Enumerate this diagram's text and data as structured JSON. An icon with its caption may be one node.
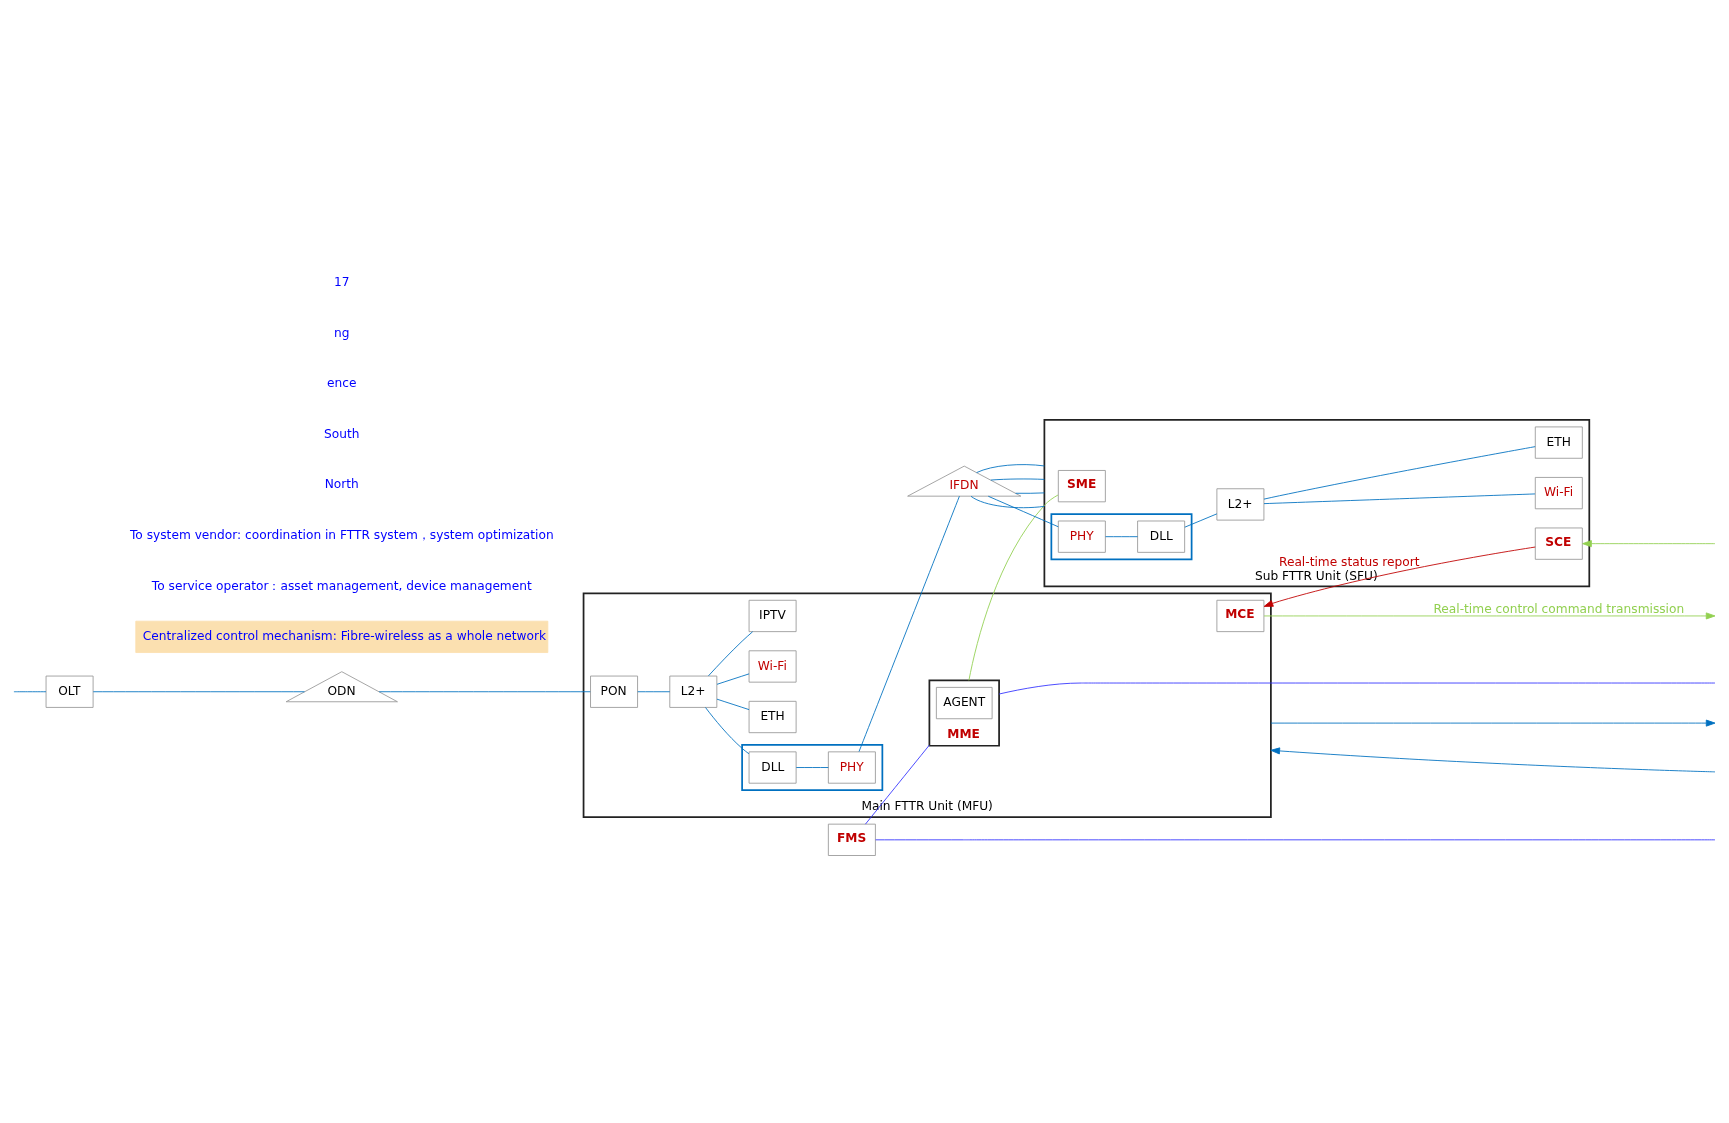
{
  "diagram": {
    "nodes": [
      {
        "text": [
          "FMS"
        ]
      },
      {
        "text": [
          "Main FTTR Unit (MFU)"
        ]
      },
      {
        "text": [
          "MME"
        ],
        "in": 1
      },
      {
        "text": [
          "AGENT"
        ],
        "in": 2
      },
      {
        "text": [
          "MCE"
        ],
        "in": 1
      },
      {
        "text": [
          "PON"
        ],
        "in": 1
      },
      {
        "text": [
          "L2+"
        ],
        "in": 1
      },
      {
        "text": [],
        "shape": "box",
        "in": 1
      },
      {
        "text": [
          "DLL"
        ],
        "in": 7
      },
      {
        "text": [
          "PHY"
        ],
        "in": 7
      },
      {
        "text": [
          "ETH"
        ],
        "in": 1
      },
      {
        "text": [
          "Wi-Fi"
        ],
        "in": 1
      },
      {
        "text": [
          "IPTV"
        ],
        "in": 1
      },
      {
        "text": [
          "Sub FTTR Unit (SFU)"
        ]
      },
      {
        "text": [
          "SME"
        ],
        "in": 13
      },
      {
        "text": [
          "SCE"
        ],
        "in": 13
      },
      {
        "text": [
          "IFDN"
        ]
      },
      {
        "text": [],
        "shape": "box",
        "in": 13
      },
      {
        "text": [
          "PHY"
        ],
        "in": 17
      },
      {
        "text": [
          "DLL"
        ],
        "in": 17
      },
      {
        "text": [
          "L2+"
        ],
        "in": 13
      },
      {
        "text": [
          "Wi-Fi"
        ],
        "in": 13
      },
      {
        "text": [
          "ETH"
        ],
        "in": 13
      },
      {
        "text": [
          "OLT"
        ]
      },
      {
        "text": [
          "ODN"
        ]
      },
      {
        "text": [
          "Centralized control mechanism: Fibre-wireless as a whole network"
        ]
      }
    ],
    "edges": [
      {
        "from": 0,
        "to": null,
        "arrow": "none",
        "color": "#3333ff"
      },
      {
        "from": 0,
        "to": 2,
        "arrow": "none",
        "color": "#3333ff"
      },
      {
        "from": 2,
        "to": null,
        "arrow": "none",
        "color": "#3333ff"
      },
      {
        "from": 2,
        "to": 14,
        "arrow": "none",
        "color": "#92d050"
      },
      {
        "from": 4,
        "to": null,
        "arrow": "to",
        "label": "Real-time control command transmission",
        "color": "#92d050"
      },
      {
        "from": null,
        "to": 15,
        "arrow": "to",
        "color": "#92d050"
      },
      {
        "from": 15,
        "to": 4,
        "arrow": "to",
        "label": "Real-time status report",
        "color": "#c00000"
      },
      {
        "from": null,
        "to": 23,
        "arrow": "none"
      },
      {
        "from": 23,
        "to": 24,
        "arrow": "none"
      },
      {
        "from": 24,
        "to": 5,
        "arrow": "none"
      },
      {
        "from": 5,
        "to": 6,
        "arrow": "none"
      },
      {
        "from": 6,
        "to": 8,
        "arrow": "none"
      },
      {
        "from": 8,
        "to": 9,
        "arrow": "none"
      },
      {
        "from": 9,
        "to": 16,
        "arrow": "none"
      },
      {
        "from": 6,
        "to": 10,
        "arrow": "none"
      },
      {
        "from": 6,
        "to": 11,
        "arrow": "none"
      },
      {
        "from": 6,
        "to": 12,
        "arrow": "none"
      },
      {
        "from": 16,
        "to": 13,
        "arrow": "none"
      },
      {
        "from": 16,
        "to": 13,
        "arrow": "none"
      },
      {
        "from": 16,
        "to": 13,
        "arrow": "none"
      },
      {
        "from": 16,
        "to": 13,
        "arrow": "none"
      },
      {
        "from": 16,
        "to": 18,
        "arrow": "none"
      },
      {
        "from": 18,
        "to": 19,
        "arrow": "none"
      },
      {
        "from": 19,
        "to": 20,
        "arrow": "none"
      },
      {
        "from": 20,
        "to": 21,
        "arrow": "none"
      },
      {
        "from": 20,
        "to": 22,
        "arrow": "none"
      },
      {
        "from": null,
        "to": 1,
        "arrow": "to"
      },
      {
        "from": 1,
        "to": null,
        "arrow": "to"
      }
    ],
    "labels": [
      "To service operator：asset management, device management",
      "To system vendor: coordination in FTTR system，system optimization",
      "North",
      "South",
      "ence",
      "ng",
      "17"
    ]
  }
}
